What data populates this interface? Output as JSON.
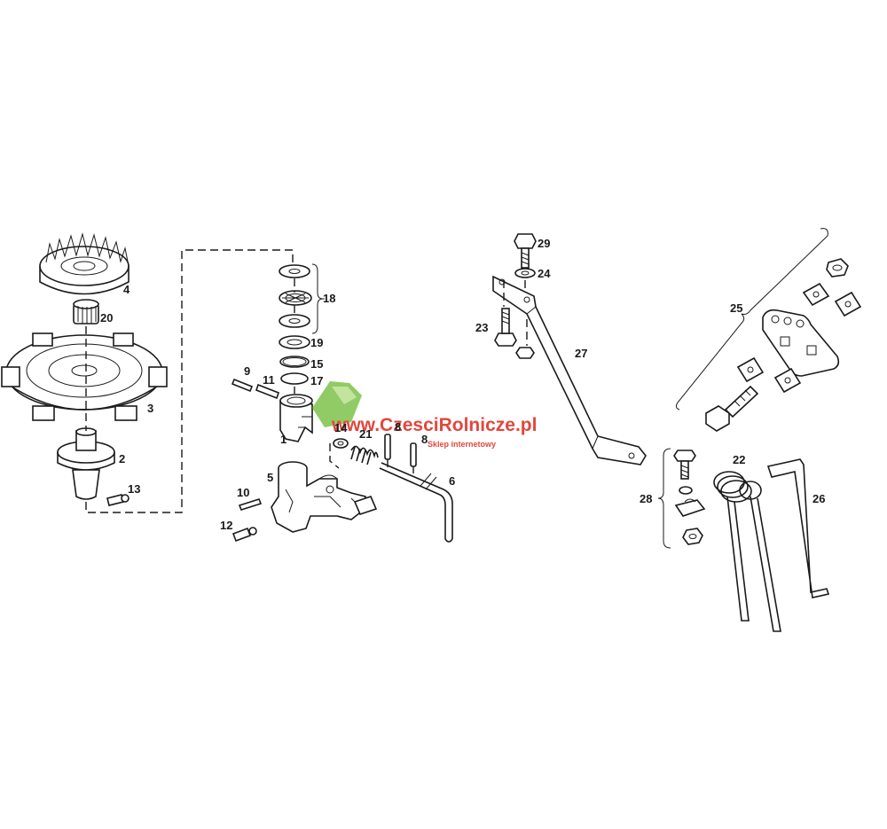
{
  "watermark": {
    "text": "www.CzesciRolnicze.pl",
    "subtitle": "Sklep internetowy",
    "color": "#e2473d",
    "logo_color": "#7dc24b"
  },
  "part_labels": {
    "p1": "1",
    "p2": "2",
    "p3": "3",
    "p4": "4",
    "p5": "5",
    "p6": "6",
    "p8a": "8",
    "p8b": "8",
    "p9": "9",
    "p10": "10",
    "p11": "11",
    "p12": "12",
    "p13": "13",
    "p14": "14",
    "p15": "15",
    "p17": "17",
    "p18": "18",
    "p19": "19",
    "p20": "20",
    "p21": "21",
    "p22": "22",
    "p23": "23",
    "p24": "24",
    "p25": "25",
    "p26": "26",
    "p27": "27",
    "p28": "28",
    "p29": "29"
  }
}
